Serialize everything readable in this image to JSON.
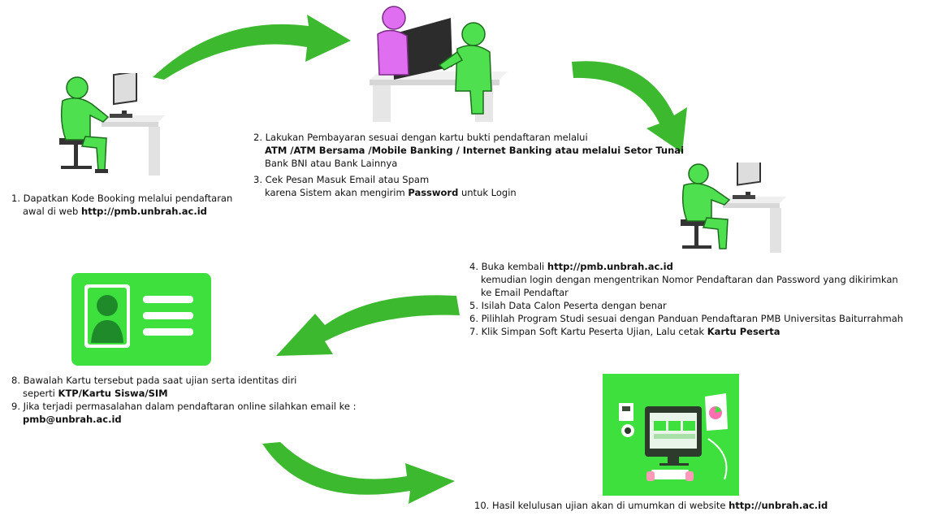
{
  "colors": {
    "green": "#4fe04f",
    "green_dark": "#1f9a1f",
    "green_arrow": "#3cb92f",
    "magenta": "#e06ef0",
    "desk": "#eaeaea",
    "card_green": "#3ee03e"
  },
  "steps": {
    "s1": {
      "line1": "1. Dapatkan Kode Booking melalui pendaftaran",
      "line2_prefix": "awal di web ",
      "line2_bold": "http://pmb.unbrah.ac.id"
    },
    "s2": {
      "line1": "2. Lakukan Pembayaran sesuai dengan kartu bukti pendaftaran melalui",
      "line2_bold": "ATM /ATM Bersama /Mobile Banking / Internet Banking atau melalui Setor Tunai",
      "line3": "Bank BNI atau Bank Lainnya"
    },
    "s3": {
      "line1": "3. Cek Pesan Masuk Email atau Spam",
      "line2_prefix": "karena Sistem akan mengirim ",
      "line2_bold": "Password",
      "line2_suffix": " untuk Login"
    },
    "s4": {
      "line1_prefix": "4. Buka kembali ",
      "line1_bold": "http://pmb.unbrah.ac.id",
      "line2": "kemudian login dengan mengentrikan Nomor Pendaftaran dan Password yang dikirimkan",
      "line3": "ke Email Pendaftar"
    },
    "s5": {
      "line1": "5. Isilah Data Calon Peserta dengan benar"
    },
    "s6": {
      "line1": "6. Pilihlah Program Studi sesuai dengan Panduan Pendaftaran PMB Universitas Baiturrahmah"
    },
    "s7": {
      "line1_prefix": "7. Klik Simpan Soft Kartu Peserta Ujian, Lalu cetak ",
      "line1_bold": "Kartu Peserta"
    },
    "s8": {
      "line1": "8. Bawalah Kartu tersebut pada saat ujian serta identitas diri",
      "line2_prefix": "seperti ",
      "line2_bold": "KTP/Kartu Siswa/SIM"
    },
    "s9": {
      "line1": "9. Jika terjadi permasalahan dalam pendaftaran online silahkan email ke :",
      "line2_bold": "pmb@unbrah.ac.id"
    },
    "s10": {
      "line1_prefix": "10. Hasil kelulusan ujian akan di umumkan di website ",
      "line1_bold": "http://unbrah.ac.id"
    }
  },
  "icons": {
    "person1": "person-at-computer-icon",
    "meeting": "two-people-meeting-icon",
    "person2": "person-at-computer-icon",
    "card": "id-card-icon",
    "website": "website-desktop-icon",
    "arrow": "curved-arrow-icon"
  }
}
